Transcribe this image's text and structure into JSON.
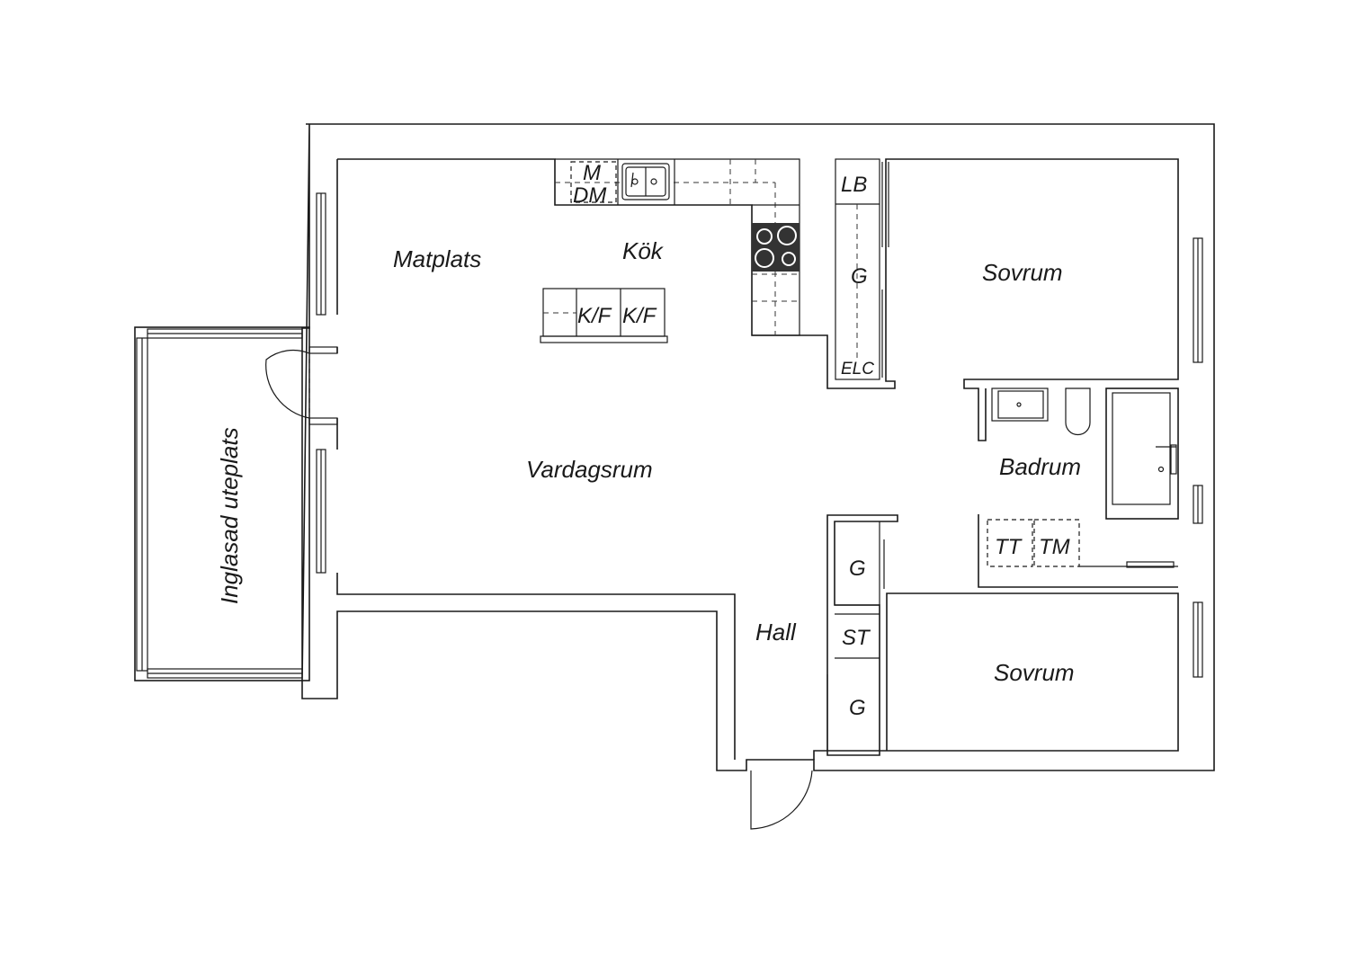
{
  "rooms": {
    "matplats": "Matplats",
    "kok": "Kök",
    "vardagsrum": "Vardagsrum",
    "sovrum_top": "Sovrum",
    "sovrum_bottom": "Sovrum",
    "badrum": "Badrum",
    "hall": "Hall",
    "inglasad_uteplats": "Inglasad uteplats"
  },
  "fixtures": {
    "m": "M",
    "dm": "DM",
    "kf1": "K/F",
    "kf2": "K/F",
    "lb": "LB",
    "g_top": "G",
    "elc": "ELC",
    "g_mid": "G",
    "st": "ST",
    "g_bottom": "G",
    "tt": "TT",
    "tm": "TM"
  },
  "colors": {
    "line": "#1a1a1a",
    "background": "#ffffff",
    "stove": "#333333"
  }
}
